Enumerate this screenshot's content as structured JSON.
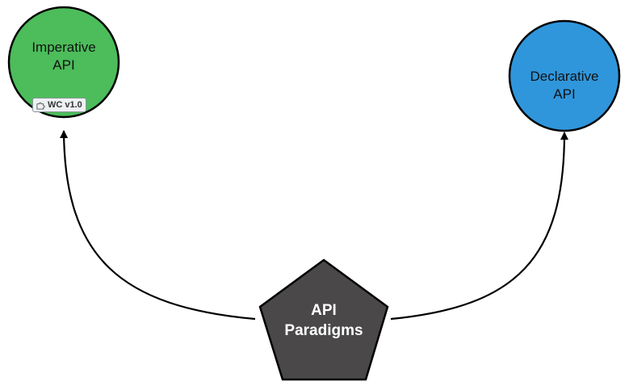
{
  "nodes": {
    "imperative": {
      "label_line1": "Imperative",
      "label_line2": "API",
      "color": "#4cbd5a",
      "badge": {
        "icon": "puzzle-icon",
        "text": "WC v1.0"
      }
    },
    "declarative": {
      "label_line1": "Declarative",
      "label_line2": "API",
      "color": "#2f96dc"
    },
    "paradigms": {
      "label_line1": "API",
      "label_line2": "Paradigms",
      "color": "#4a4848"
    }
  },
  "edges": [
    {
      "from": "paradigms",
      "to": "imperative"
    },
    {
      "from": "paradigms",
      "to": "declarative"
    }
  ]
}
